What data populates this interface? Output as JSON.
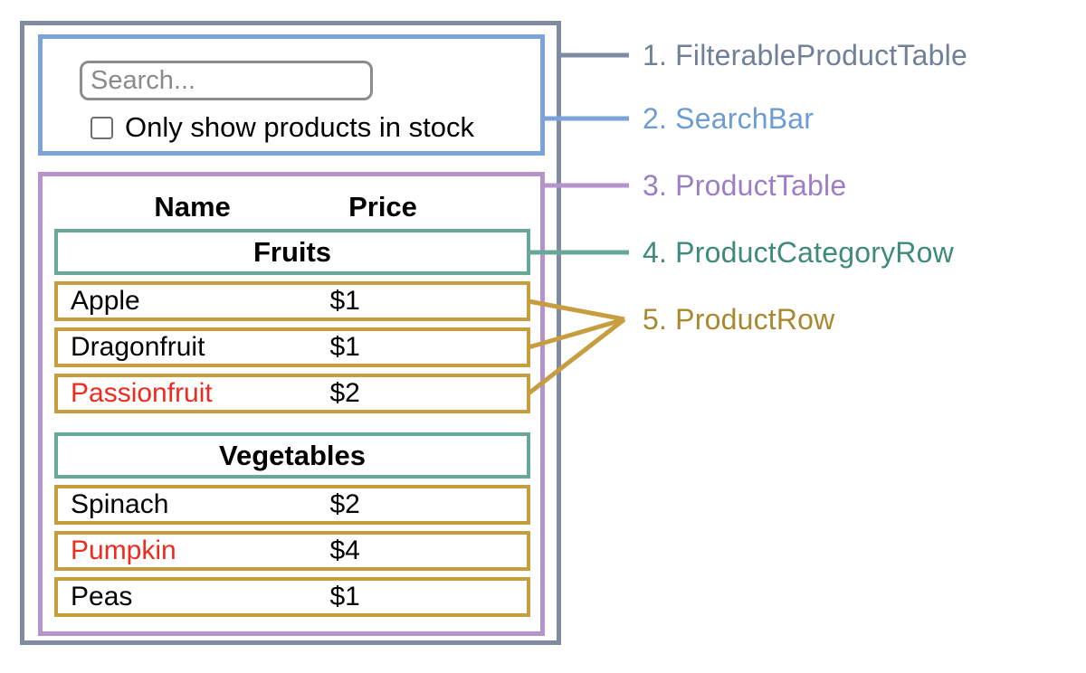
{
  "colors": {
    "filterable_border": "#7e8ba2",
    "searchbar_border": "#7ba3d9",
    "producttable_border": "#b793ce",
    "categoryrow_border": "#68a89b",
    "productrow_border": "#c69e3f",
    "label1": "#6f8098",
    "label2": "#6d9cd4",
    "label3": "#9d7ec6",
    "label4": "#3e8a7b",
    "label5": "#a98930",
    "outofstock_red": "#ee2b1e"
  },
  "search_bar": {
    "placeholder": "Search...",
    "checkbox_label": "Only show products in stock",
    "checkbox_checked": false
  },
  "table": {
    "headers": [
      "Name",
      "Price"
    ],
    "groups": [
      {
        "category": "Fruits",
        "products": [
          {
            "name": "Apple",
            "price": "$1",
            "red_text": false
          },
          {
            "name": "Dragonfruit",
            "price": "$1",
            "red_text": false
          },
          {
            "name": "Passionfruit",
            "price": "$2",
            "red_text": true
          }
        ]
      },
      {
        "category": "Vegetables",
        "products": [
          {
            "name": "Spinach",
            "price": "$2",
            "red_text": false
          },
          {
            "name": "Pumpkin",
            "price": "$4",
            "red_text": true
          },
          {
            "name": "Peas",
            "price": "$1",
            "red_text": false
          }
        ]
      }
    ]
  },
  "legend": {
    "items": [
      {
        "text": "1. FilterableProductTable"
      },
      {
        "text": "2. SearchBar"
      },
      {
        "text": "3. ProductTable"
      },
      {
        "text": "4. ProductCategoryRow"
      },
      {
        "text": "5. ProductRow"
      }
    ]
  }
}
